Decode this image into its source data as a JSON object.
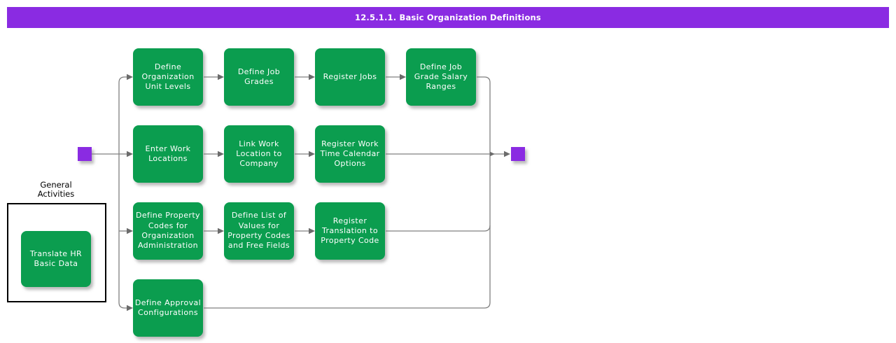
{
  "title": "12.5.1.1. Basic Organization Definitions",
  "colors": {
    "title_bar_purple": "#8A2BE2",
    "task_green": "#0B9D4F",
    "connector_gray": "#808080",
    "start_end_node_purple": "#8A2BE2",
    "task_text": "#ffffff"
  },
  "general": {
    "label": "General\nActivities",
    "task": "Translate HR\nBasic Data"
  },
  "flow": {
    "rows": [
      {
        "tasks": [
          "Define\nOrganization\nUnit Levels",
          "Define Job\nGrades",
          "Register Jobs",
          "Define Job\nGrade Salary\nRanges"
        ]
      },
      {
        "tasks": [
          "Enter Work\nLocations",
          "Link Work\nLocation to\nCompany",
          "Register Work\nTime Calendar\nOptions"
        ]
      },
      {
        "tasks": [
          "Define Property\nCodes for\nOrganization\nAdministration",
          "Define List of\nValues for\nProperty Codes\nand Free Fields",
          "Register\nTranslation to\nProperty Code"
        ]
      },
      {
        "tasks": [
          "Define Approval\nConfigurations"
        ]
      }
    ]
  }
}
